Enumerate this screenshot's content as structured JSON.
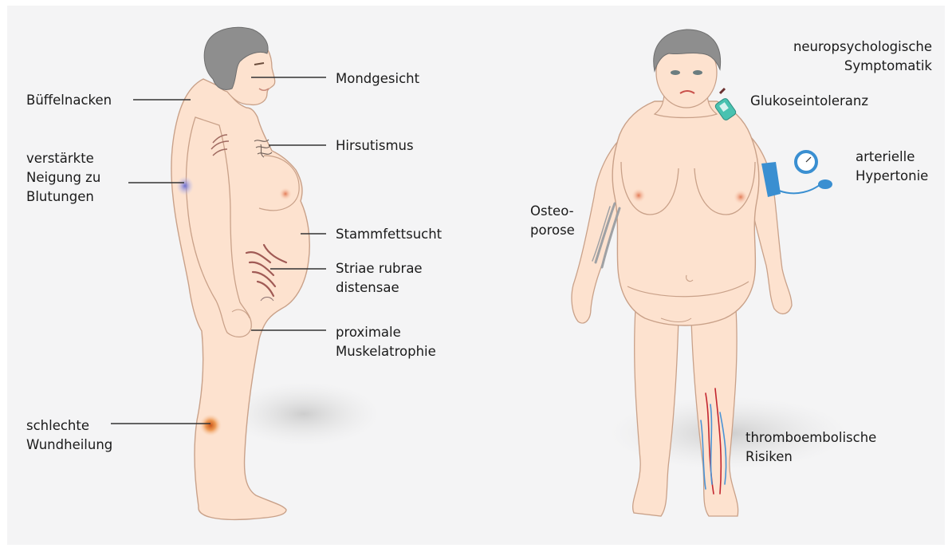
{
  "labels": {
    "bueffelnacken": "Büffelnacken",
    "blutungen": "verstärkte\nNeigung zu\nBlutungen",
    "wundheilung": "schlechte\nWundheilung",
    "mondgesicht": "Mondgesicht",
    "hirsutismus": "Hirsutismus",
    "stammfettsucht": "Stammfettsucht",
    "striae": "Striae rubrae\ndistensae",
    "muskelatrophie": "proximale\nMuskelatrophie",
    "neuro": "neuropsychologische\nSymptomatik",
    "glukose": "Glukoseintoleranz",
    "hypertonie": "arterielle\nHypertonie",
    "osteoporose": "Osteo-\nporose",
    "thrombo": "thromboembolische\nRisiken"
  },
  "colors": {
    "background": "#f4f4f5",
    "skin": "#fde2cf",
    "outline": "#c9a189",
    "hair": "#8e8e8e",
    "leader": "#333333",
    "striae": "#a05a55",
    "bruise": "#8e8fd6",
    "wound": "#e07a2a",
    "device": "#49c2b0",
    "cuff": "#3a8fd1",
    "vein_red": "#c3262f",
    "vein_blue": "#4a93d6",
    "bone": "#9fa1a4"
  }
}
